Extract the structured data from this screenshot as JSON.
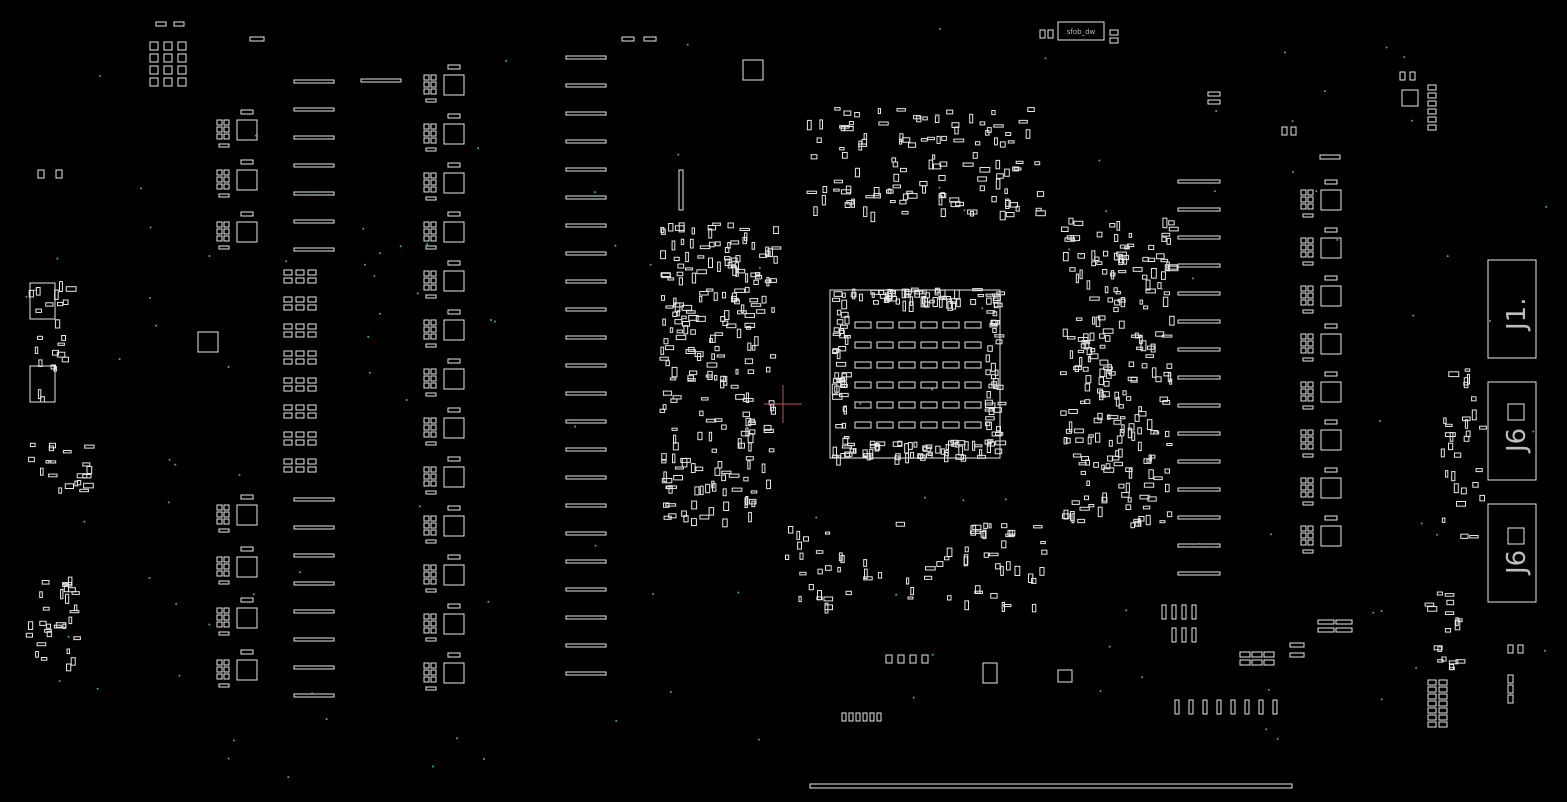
{
  "board": {
    "background": "#000000",
    "outline_color": "#e8e8e8",
    "via_color": "#2fb98f",
    "cursor_color": "#c05050"
  },
  "labels": {
    "top_component": "sfob_dw",
    "j1": "J1.",
    "j2": "J6",
    "j3": "J6"
  },
  "icons": {
    "cursor": "crosshair-icon"
  }
}
